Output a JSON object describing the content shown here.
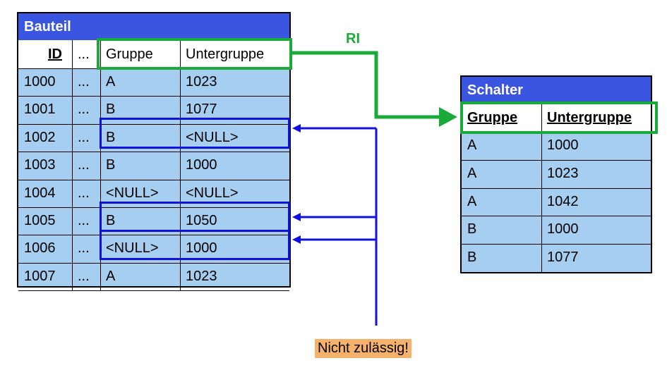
{
  "bauteil": {
    "title": "Bauteil",
    "headers": [
      "ID",
      "...",
      "Gruppe",
      "Untergruppe"
    ],
    "rows": [
      [
        "1000",
        "...",
        "A",
        "1023"
      ],
      [
        "1001",
        "...",
        "B",
        "1077"
      ],
      [
        "1002",
        "...",
        "B",
        "<NULL>"
      ],
      [
        "1003",
        "...",
        "B",
        "1000"
      ],
      [
        "1004",
        "...",
        "<NULL>",
        "<NULL>"
      ],
      [
        "1005",
        "...",
        "B",
        "1050"
      ],
      [
        "1006",
        "...",
        "<NULL>",
        "1000"
      ],
      [
        "1007",
        "...",
        "A",
        "1023"
      ]
    ]
  },
  "schalter": {
    "title": "Schalter",
    "headers": [
      "Gruppe",
      "Untergruppe"
    ],
    "rows": [
      [
        "A",
        "1000"
      ],
      [
        "A",
        "1023"
      ],
      [
        "A",
        "1042"
      ],
      [
        "B",
        "1000"
      ],
      [
        "B",
        "1077"
      ]
    ]
  },
  "ri_label": "RI",
  "note": "Nicht zulässig!",
  "colors": {
    "table_fill": "#a6cef0",
    "title_fill": "#3a56e0",
    "ri_green": "#1aaa3a",
    "invalid_blue": "#1010e0",
    "note_fill": "#f6b26b"
  }
}
